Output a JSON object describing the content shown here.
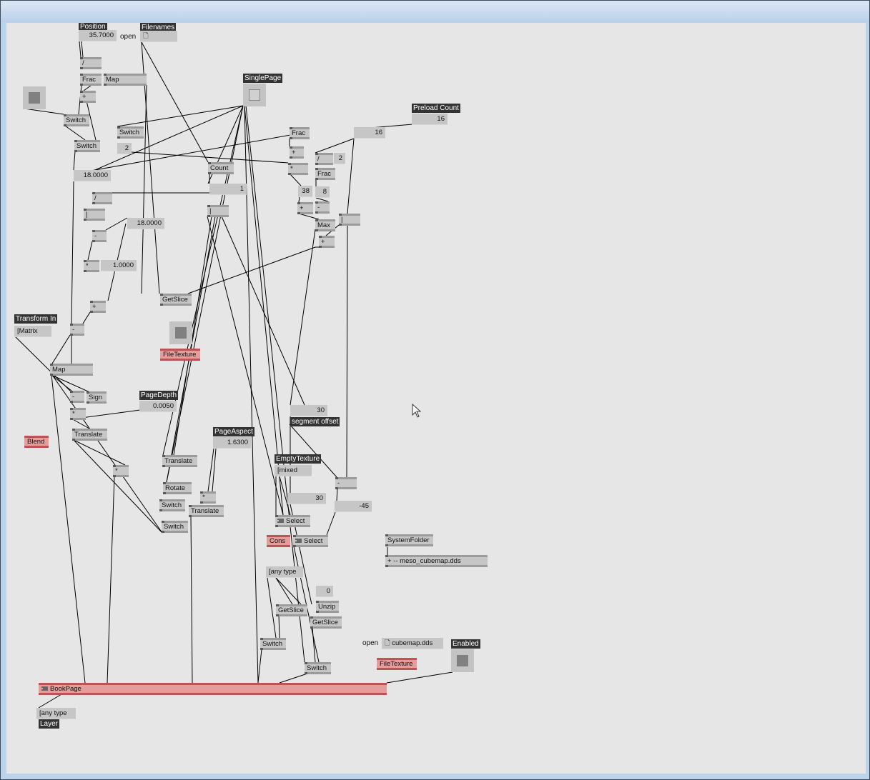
{
  "window": {
    "accent": "#bcd3ec",
    "canvas_color": "#e6e6e6"
  },
  "nodes": [
    {
      "label": "Position",
      "kind": "lbl"
    },
    {
      "label": "35.7000",
      "kind": "io"
    },
    {
      "label": "open",
      "kind": "txt"
    },
    {
      "label": "Filenames",
      "kind": "lbl"
    },
    {
      "label": "🗋",
      "kind": "io left"
    },
    {
      "label": "/",
      "kind": "node"
    },
    {
      "label": "Frac",
      "kind": "node"
    },
    {
      "label": "Map",
      "kind": "node"
    },
    {
      "label": "+",
      "kind": "node"
    },
    {
      "label": "",
      "kind": "tog"
    },
    {
      "label": "Switch",
      "kind": "node"
    },
    {
      "label": "Switch",
      "kind": "node"
    },
    {
      "label": "Switch",
      "kind": "node"
    },
    {
      "label": "2",
      "kind": "io"
    },
    {
      "label": "18.0000",
      "kind": "io"
    },
    {
      "label": "SinglePage",
      "kind": "lbl"
    },
    {
      "label": "",
      "kind": "tog off"
    },
    {
      "label": "Count",
      "kind": "node"
    },
    {
      "label": "1",
      "kind": "io"
    },
    {
      "label": "|",
      "kind": "node"
    },
    {
      "label": "/",
      "kind": "node"
    },
    {
      "label": "|",
      "kind": "node"
    },
    {
      "label": "-",
      "kind": "node"
    },
    {
      "label": "18.0000",
      "kind": "io"
    },
    {
      "label": "*",
      "kind": "node"
    },
    {
      "label": "1.0000",
      "kind": "io"
    },
    {
      "label": "+",
      "kind": "node"
    },
    {
      "label": "GetSlice",
      "kind": "node"
    },
    {
      "label": "Transform In",
      "kind": "lbl"
    },
    {
      "label": "[Matrix",
      "kind": "io left"
    },
    {
      "label": "-",
      "kind": "node"
    },
    {
      "label": "",
      "kind": "tog"
    },
    {
      "label": "FileTexture",
      "kind": "red"
    },
    {
      "label": "Map",
      "kind": "node"
    },
    {
      "label": "-",
      "kind": "node"
    },
    {
      "label": "Sign",
      "kind": "node"
    },
    {
      "label": "*",
      "kind": "node"
    },
    {
      "label": "PageDepth",
      "kind": "lbl"
    },
    {
      "label": "0.0050",
      "kind": "io"
    },
    {
      "label": "Blend",
      "kind": "red"
    },
    {
      "label": "Translate",
      "kind": "node"
    },
    {
      "label": "*",
      "kind": "node"
    },
    {
      "label": "PageAspect",
      "kind": "lbl"
    },
    {
      "label": "1.6300",
      "kind": "io"
    },
    {
      "label": "Translate",
      "kind": "node"
    },
    {
      "label": "Rotate",
      "kind": "node"
    },
    {
      "label": "Switch",
      "kind": "node"
    },
    {
      "label": "*",
      "kind": "node"
    },
    {
      "label": "Translate",
      "kind": "node"
    },
    {
      "label": "Switch",
      "kind": "node"
    },
    {
      "label": "Frac",
      "kind": "node"
    },
    {
      "label": "+",
      "kind": "node"
    },
    {
      "label": "*",
      "kind": "node"
    },
    {
      "label": "38",
      "kind": "io"
    },
    {
      "label": "+",
      "kind": "node"
    },
    {
      "label": "/",
      "kind": "node"
    },
    {
      "label": "2",
      "kind": "io"
    },
    {
      "label": "Frac",
      "kind": "node"
    },
    {
      "label": "8",
      "kind": "io"
    },
    {
      "label": "-",
      "kind": "node"
    },
    {
      "label": "Max",
      "kind": "node"
    },
    {
      "label": "|",
      "kind": "node"
    },
    {
      "label": "+",
      "kind": "node"
    },
    {
      "label": "Preload Count",
      "kind": "lbl"
    },
    {
      "label": "16",
      "kind": "io"
    },
    {
      "label": "16",
      "kind": "io"
    },
    {
      "label": "30",
      "kind": "io"
    },
    {
      "label": "segment offset",
      "kind": "lbl"
    },
    {
      "label": "EmptyTexture",
      "kind": "lbl"
    },
    {
      "label": "[mixed",
      "kind": "io left"
    },
    {
      "label": "30",
      "kind": "io"
    },
    {
      "label": "-",
      "kind": "node"
    },
    {
      "label": "-45",
      "kind": "io"
    },
    {
      "label": "Select",
      "kind": "node menu"
    },
    {
      "label": "Cons",
      "kind": "red"
    },
    {
      "label": "Select",
      "kind": "node menu"
    },
    {
      "label": "SystemFolder",
      "kind": "node"
    },
    {
      "label": "+  --  meso_cubemap.dds",
      "kind": "node"
    },
    {
      "label": "[any type",
      "kind": "io left"
    },
    {
      "label": "0",
      "kind": "io"
    },
    {
      "label": "Unzip",
      "kind": "node"
    },
    {
      "label": "GetSlice",
      "kind": "node"
    },
    {
      "label": "GetSlice",
      "kind": "node"
    },
    {
      "label": "Switch",
      "kind": "node"
    },
    {
      "label": "Switch",
      "kind": "node"
    },
    {
      "label": "open",
      "kind": "txt"
    },
    {
      "label": "🗋 cubemap.dds",
      "kind": "io left"
    },
    {
      "label": "Enabled",
      "kind": "lbl"
    },
    {
      "label": "",
      "kind": "tog"
    },
    {
      "label": "FileTexture",
      "kind": "red"
    },
    {
      "label": "BookPage",
      "kind": "red menu"
    },
    {
      "label": "[any type",
      "kind": "io left"
    },
    {
      "label": "Layer",
      "kind": "lbl"
    }
  ]
}
